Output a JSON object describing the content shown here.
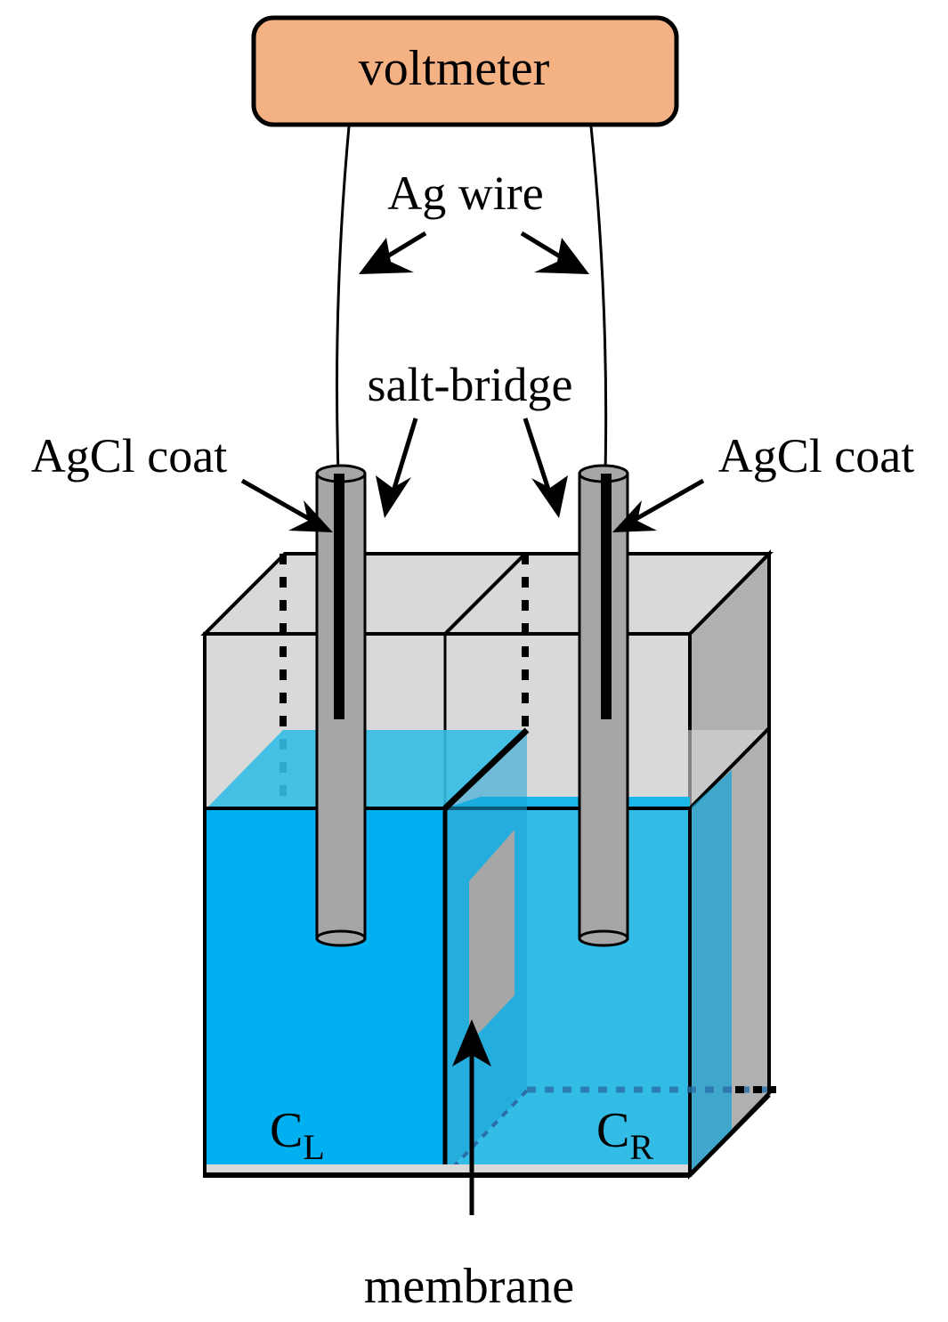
{
  "labels": {
    "voltmeter": "voltmeter",
    "ag_wire": "Ag wire",
    "salt_bridge": "salt-bridge",
    "agcl_coat_left": "AgCl coat",
    "agcl_coat_right": "AgCl coat",
    "membrane": "membrane",
    "c_left_main": "C",
    "c_left_sub": "L",
    "c_right_main": "C",
    "c_right_sub": "R"
  },
  "colors": {
    "voltmeter_fill": "#f4b183",
    "solution": "#00b0f0",
    "solution_light": "#33bde6",
    "glass": "#d9d9d9",
    "glass_side": "#b0b0b0",
    "electrode": "#a6a6a6",
    "outline": "#000000"
  }
}
